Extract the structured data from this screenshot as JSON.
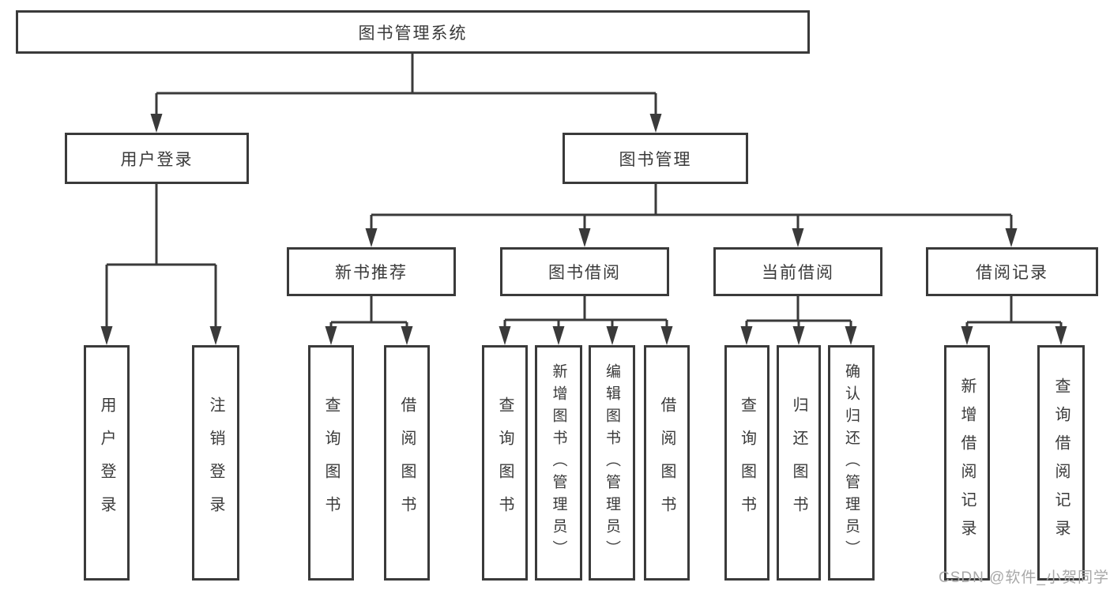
{
  "colors": {
    "line": "#3a3a3a",
    "text": "#3a3a3a",
    "box_background": "#ffffff",
    "watermark": "#a8a8a8"
  },
  "tree": {
    "root": {
      "label": "图书管理系统"
    },
    "branches": [
      {
        "label": "用户登录",
        "children": [
          {
            "label": "用户登录"
          },
          {
            "label": "注销登录"
          }
        ]
      },
      {
        "label": "图书管理",
        "children": [
          {
            "label": "新书推荐",
            "children": [
              {
                "label": "查询图书"
              },
              {
                "label": "借阅图书"
              }
            ]
          },
          {
            "label": "图书借阅",
            "children": [
              {
                "label": "查询图书"
              },
              {
                "label": "新增图书（管理员）"
              },
              {
                "label": "编辑图书（管理员）"
              },
              {
                "label": "借阅图书"
              }
            ]
          },
          {
            "label": "当前借阅",
            "children": [
              {
                "label": "查询图书"
              },
              {
                "label": "归还图书"
              },
              {
                "label": "确认归还（管理员）"
              }
            ]
          },
          {
            "label": "借阅记录",
            "children": [
              {
                "label": "新增借阅记录"
              },
              {
                "label": "查询借阅记录"
              }
            ]
          }
        ]
      }
    ]
  },
  "watermark": {
    "text": "CSDN @软件_小贺同学"
  }
}
